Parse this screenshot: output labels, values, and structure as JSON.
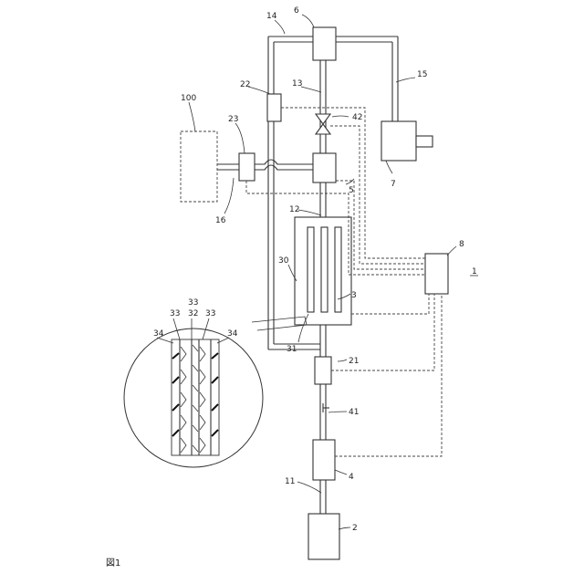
{
  "figure_label": "図1",
  "labels": {
    "l1": "1",
    "l2": "2",
    "l3": "3",
    "l4": "4",
    "l5": "5",
    "l6": "6",
    "l7": "7",
    "l8": "8",
    "l11": "11",
    "l12": "12",
    "l13": "13",
    "l14": "14",
    "l15": "15",
    "l16": "16",
    "l21": "21",
    "l22": "22",
    "l23": "23",
    "l30": "30",
    "l31": "31",
    "l41": "41",
    "l42": "42",
    "l100": "100",
    "detail_top": "33",
    "detail_32": "32",
    "detail_34_left": "34",
    "detail_33_left": "33",
    "detail_33_right": "33",
    "detail_34_right": "34"
  }
}
